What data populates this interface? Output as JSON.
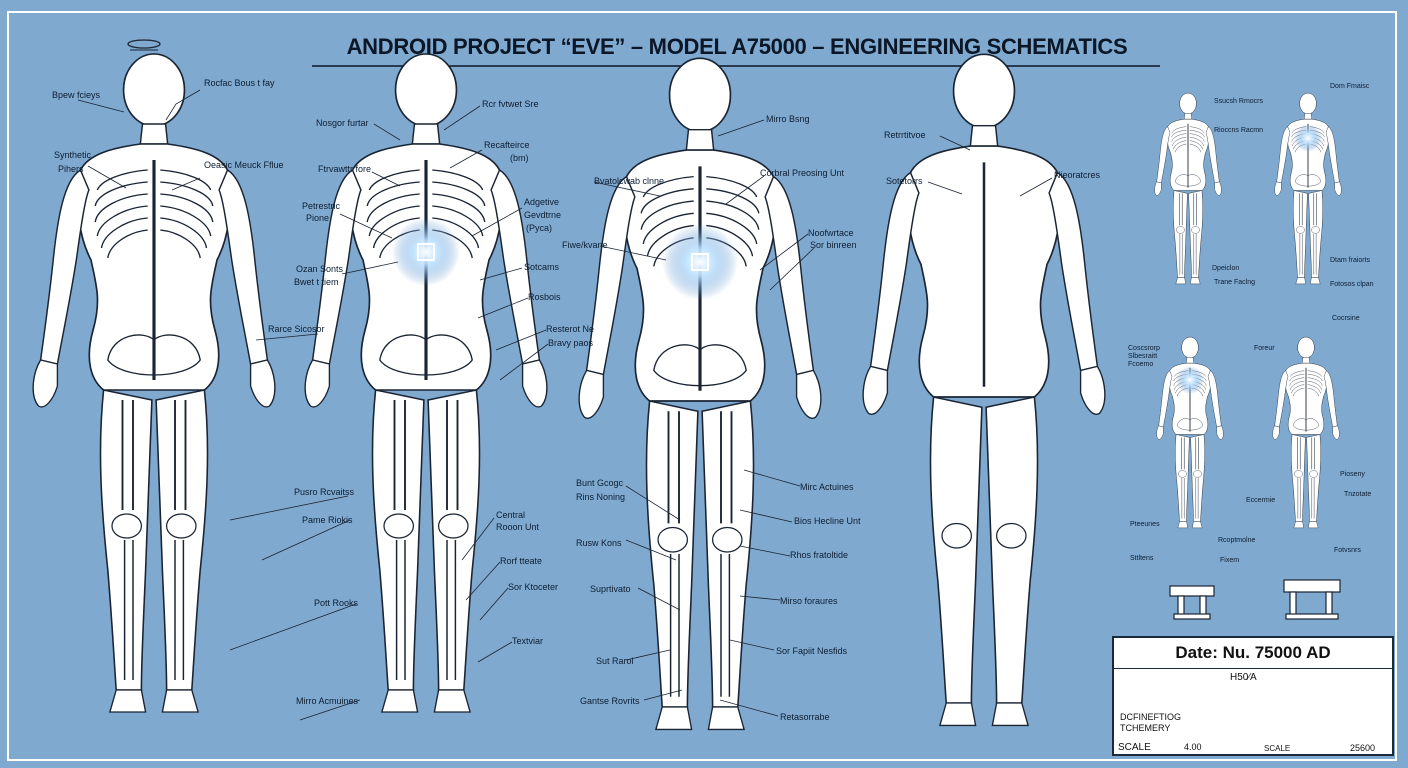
{
  "title": "ANDROID PROJECT “EVE” – MODEL A75000 – ENGINEERING SCHEMATICS",
  "colors": {
    "background": "#7fa9cf",
    "line": "#1a2433",
    "body": "#ffffff",
    "glow": "#cfe8ff"
  },
  "figure1_labels": [
    "Bpew fcieys",
    "Rocfac Bous t fay",
    "Synthetic",
    "Pihers",
    "Oeasic Meuck Fflue",
    "Rarce Sicosor",
    "Pusro Rcvaitss",
    "Pame Riokis",
    "Pott Rooks",
    "Mirro Acmuines"
  ],
  "figure2_labels": [
    "Rcr fvtwet Sre",
    "Nosgor furtar",
    "Recafteirce",
    "(bm)",
    "Ftrvawttr fore",
    "Adgetive",
    "Gevdtrne",
    "(Pyca)",
    "Petrestric",
    "Pione",
    "Ozan Sonts",
    "Bwet t tiem",
    "Sotcams",
    "Rosbois",
    "Resterot Ne",
    "Bravy paos",
    "Central",
    "Rooon Unt",
    "Rorf tteate",
    "Sor Ktoceter",
    "Textviar"
  ],
  "figure3_labels": [
    "Mirro Bsng",
    "Bvatolcwab clnne",
    "Corbral Preosing Unt",
    "Fiwe/kvane",
    "Noofwrtace",
    "Sor binreen",
    "Bunt Gcogc",
    "Rins Noning",
    "Mirc Actuines",
    "Rusw Kons",
    "Bios Hecline Unt",
    "Rhos fratoltide",
    "Suprtivato",
    "Mirso foraures",
    "Sut Rarol",
    "Sor Fapiit Nesfids",
    "Gantse Rovrits",
    "Retasorrabe"
  ],
  "figure4_labels": [
    "Retrrtitvoe",
    "Sotetorrs",
    "Nieoratcres"
  ],
  "thumb_labels": [
    "Ssucsh Rmocrs",
    "Rioccns Racmn",
    "Dpeiclon",
    "Trane Faclng",
    "Dom Fmaisc",
    "Dtam fraiorts",
    "Fotosos clpan",
    "Coscsrorp",
    "Slbesraitt",
    "Fcoemo",
    "Pteeunes",
    "Sttltens",
    "Rcoptmolne",
    "Fixem",
    "Cocrsine",
    "Foreur",
    "Pioseny",
    "Tnzotate",
    "Eccermie",
    "Fotvsnrs"
  ],
  "titleblock": {
    "date": "Date: Nu. 75000 AD",
    "code": "H50∕A",
    "drawing_line1": "DCFINEFTIOG",
    "drawing_line2": "TCHEMERY",
    "scale_label": "SCALE",
    "scale_value": "4.00",
    "scale_label2": "SCALE",
    "scale_value2": "25600"
  }
}
